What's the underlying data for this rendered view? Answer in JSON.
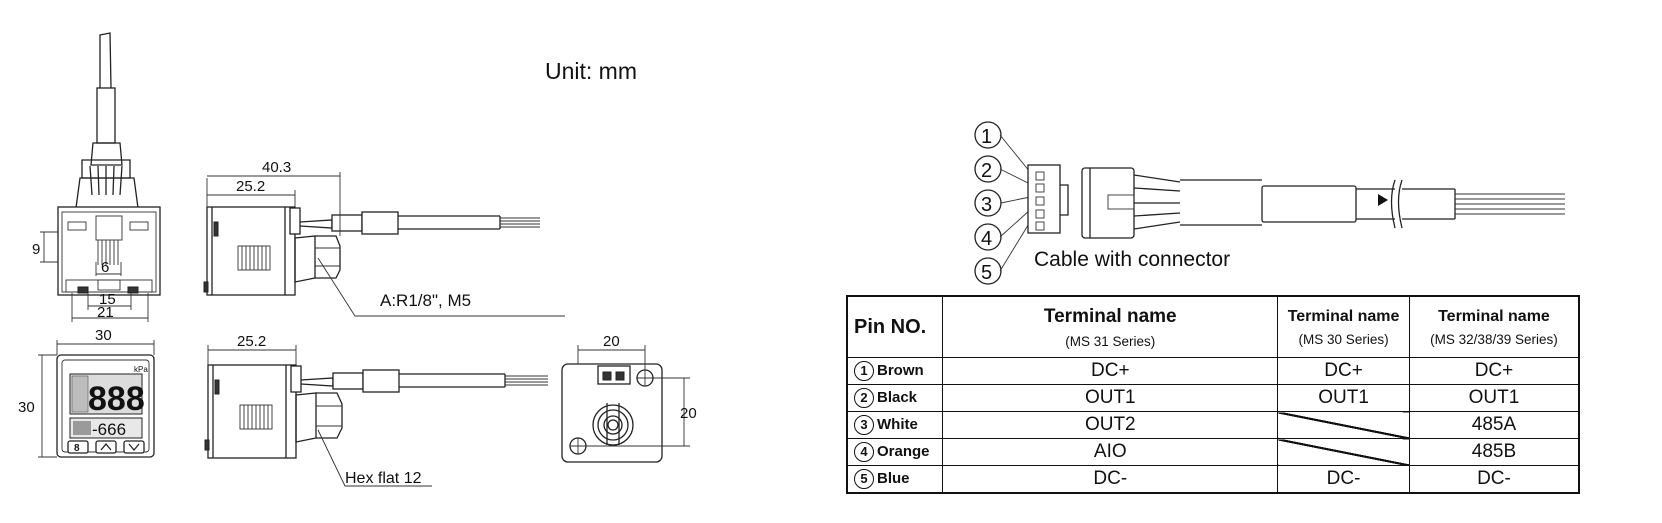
{
  "unit_label": "Unit:  mm",
  "dimensions": {
    "top_view_height": "9",
    "top_view_slot": "6",
    "top_view_inner": "15",
    "top_view_width": "21",
    "side_overall": "40.3",
    "side_body": "25.2",
    "side_body_lower": "25.2",
    "front_width": "30",
    "front_height": "30",
    "back_width": "20",
    "back_height": "20"
  },
  "callouts": {
    "port": "A:R1/8\", M5",
    "hex": "Hex flat 12"
  },
  "display": {
    "unit": "kPa",
    "main_digits": "888",
    "sub_digits": "-666",
    "btn_left": "8"
  },
  "connector": {
    "pins": [
      "1",
      "2",
      "3",
      "4",
      "5"
    ],
    "caption": "Cable with connector"
  },
  "table": {
    "header": {
      "pin": "Pin NO.",
      "col1_title": "Terminal name",
      "col1_sub": "(MS 31 Series)",
      "col2_title": "Terminal name",
      "col2_sub": "(MS 30 Series)",
      "col3_title": "Terminal name",
      "col3_sub": "(MS 32/38/39 Series)"
    },
    "rows": [
      {
        "num": "1",
        "color": "Brown",
        "ms31": "DC+",
        "ms30": "DC+",
        "ms32": "DC+"
      },
      {
        "num": "2",
        "color": "Black",
        "ms31": "OUT1",
        "ms30": "OUT1",
        "ms32": "OUT1"
      },
      {
        "num": "3",
        "color": "White",
        "ms31": "OUT2",
        "ms30": "",
        "ms32": "485A"
      },
      {
        "num": "4",
        "color": "Orange",
        "ms31": "AIO",
        "ms30": "",
        "ms32": "485B"
      },
      {
        "num": "5",
        "color": "Blue",
        "ms31": "DC-",
        "ms30": "DC-",
        "ms32": "DC-"
      }
    ]
  }
}
